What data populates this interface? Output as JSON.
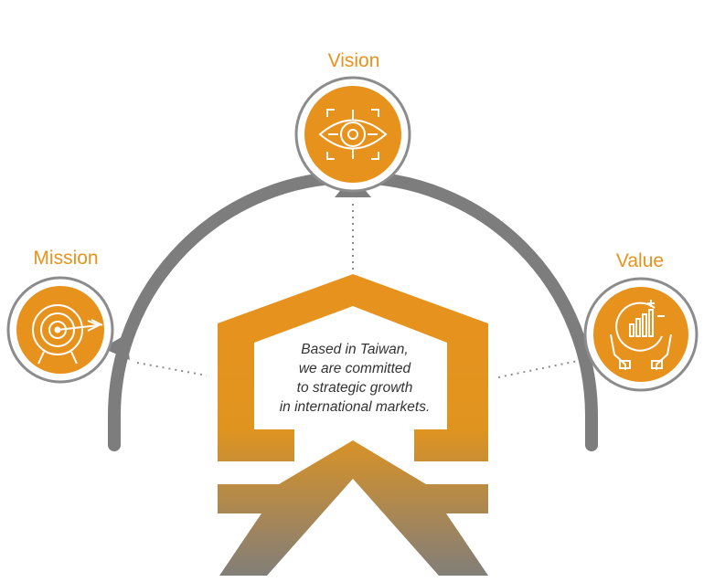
{
  "nodes": {
    "vision": {
      "label": "Vision",
      "icon": "eye-target-icon"
    },
    "mission": {
      "label": "Mission",
      "icon": "dartboard-arrow-icon"
    },
    "value": {
      "label": "Value",
      "icon": "hands-growth-chart-icon"
    }
  },
  "statement": {
    "lines": [
      "Based in Taiwan,",
      "we are committed",
      "to strategic growth",
      "in international markets."
    ]
  },
  "colors": {
    "accent": "#E8921E",
    "gray": "#7D7D7D",
    "ring": "#8C8C8C",
    "house_gradient_top": "#E8921E",
    "house_gradient_bottom": "#7D7D7D"
  }
}
